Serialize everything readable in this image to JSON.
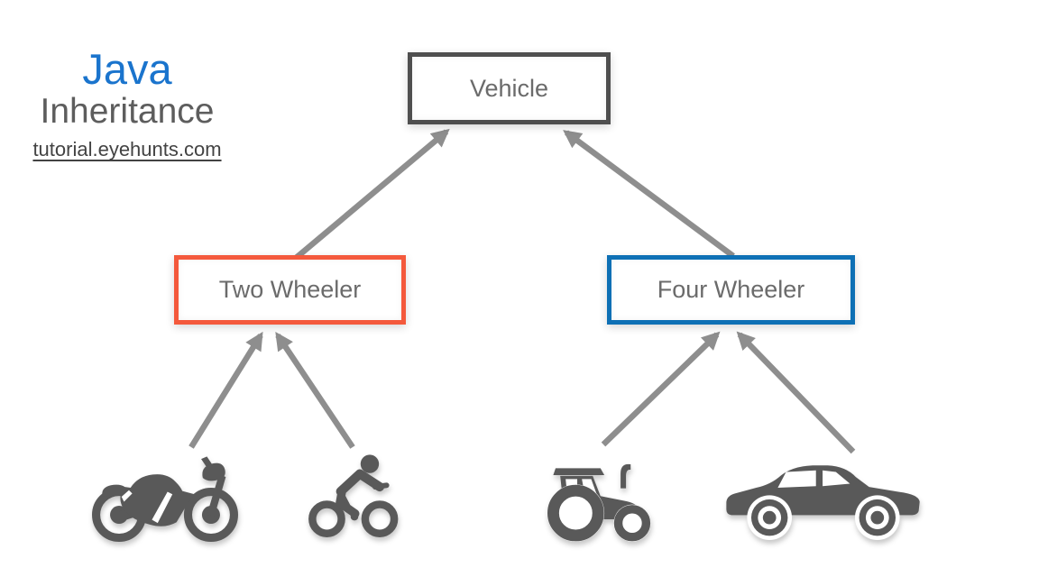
{
  "header": {
    "brand": "Java",
    "subtitle": "Inheritance",
    "link": "tutorial.eyehunts.com"
  },
  "diagram": {
    "nodes": [
      {
        "id": "vehicle",
        "label": "Vehicle",
        "border_color": "#4f4f4f"
      },
      {
        "id": "two-wheeler",
        "label": "Two Wheeler",
        "border_color": "#f4593c"
      },
      {
        "id": "four-wheeler",
        "label": "Four Wheeler",
        "border_color": "#0e70b5"
      }
    ],
    "edges": [
      {
        "from": "two-wheeler",
        "to": "vehicle"
      },
      {
        "from": "four-wheeler",
        "to": "vehicle"
      },
      {
        "from": "motorcycle",
        "to": "two-wheeler"
      },
      {
        "from": "bicycle",
        "to": "two-wheeler"
      },
      {
        "from": "tractor",
        "to": "four-wheeler"
      },
      {
        "from": "car",
        "to": "four-wheeler"
      }
    ],
    "leaf_icons": [
      {
        "id": "motorcycle",
        "icon": "motorcycle-icon"
      },
      {
        "id": "bicycle",
        "icon": "cyclist-icon"
      },
      {
        "id": "tractor",
        "icon": "tractor-icon"
      },
      {
        "id": "car",
        "icon": "car-icon"
      }
    ]
  },
  "colors": {
    "brand_blue": "#1a74cd",
    "title_gray": "#5d5d5d",
    "link_gray": "#434343",
    "node_label_gray": "#6b6b6b",
    "vehicle_border": "#4f4f4f",
    "two_wheeler_border": "#f4593c",
    "four_wheeler_border": "#0e70b5",
    "arrow_gray": "#8e8e8e",
    "icon_gray": "#595959",
    "background": "#ffffff"
  }
}
